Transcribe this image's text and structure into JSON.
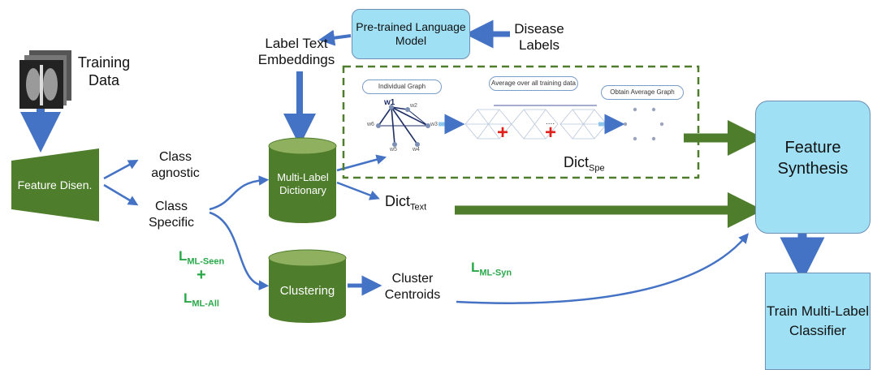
{
  "inputs": {
    "training_data": "Training Data",
    "disease_labels": "Disease Labels"
  },
  "blocks": {
    "feature_disen": "Feature Disen.",
    "pretrained_lm": "Pre-trained Language Model",
    "multi_label_dictionary": "Multi-Label Dictionary",
    "clustering": "Clustering",
    "feature_synthesis": "Feature Synthesis",
    "train_classifier": "Train Multi-Label Classifier"
  },
  "labels": {
    "label_text_embeddings": "Label Text Embeddings",
    "class_agnostic": "Class agnostic",
    "class_specific": "Class Specific",
    "dict_text_main": "Dict",
    "dict_text_sub": "Text",
    "dict_spe_main": "Dict",
    "dict_spe_sub": "Spe",
    "cluster_centroids": "Cluster Centroids"
  },
  "losses": {
    "ml_seen_main": "L",
    "ml_seen_sub": "ML-Seen",
    "plus": "+",
    "ml_all_main": "L",
    "ml_all_sub": "ML-All",
    "ml_syn_main": "L",
    "ml_syn_sub": "ML-Syn"
  },
  "graph_panel": {
    "individual_graph": "Individual Graph",
    "average_all": "Average over all training data",
    "obtain_average": "Obtain Average Graph",
    "node_w1": "w1",
    "node_w2": "w2",
    "node_w3": "w3",
    "node_w4": "w4",
    "node_w5": "w5",
    "node_w6": "w6",
    "dots": "....",
    "plus1": "+",
    "plus2": "+"
  },
  "colors": {
    "green": "#4e7d2b",
    "blue_arrow": "#4472c4",
    "light_blue": "#9fe0f4",
    "box_border": "#6f8fb5",
    "loss_green": "#2aa84a",
    "dashed": "#4e7d2b"
  }
}
